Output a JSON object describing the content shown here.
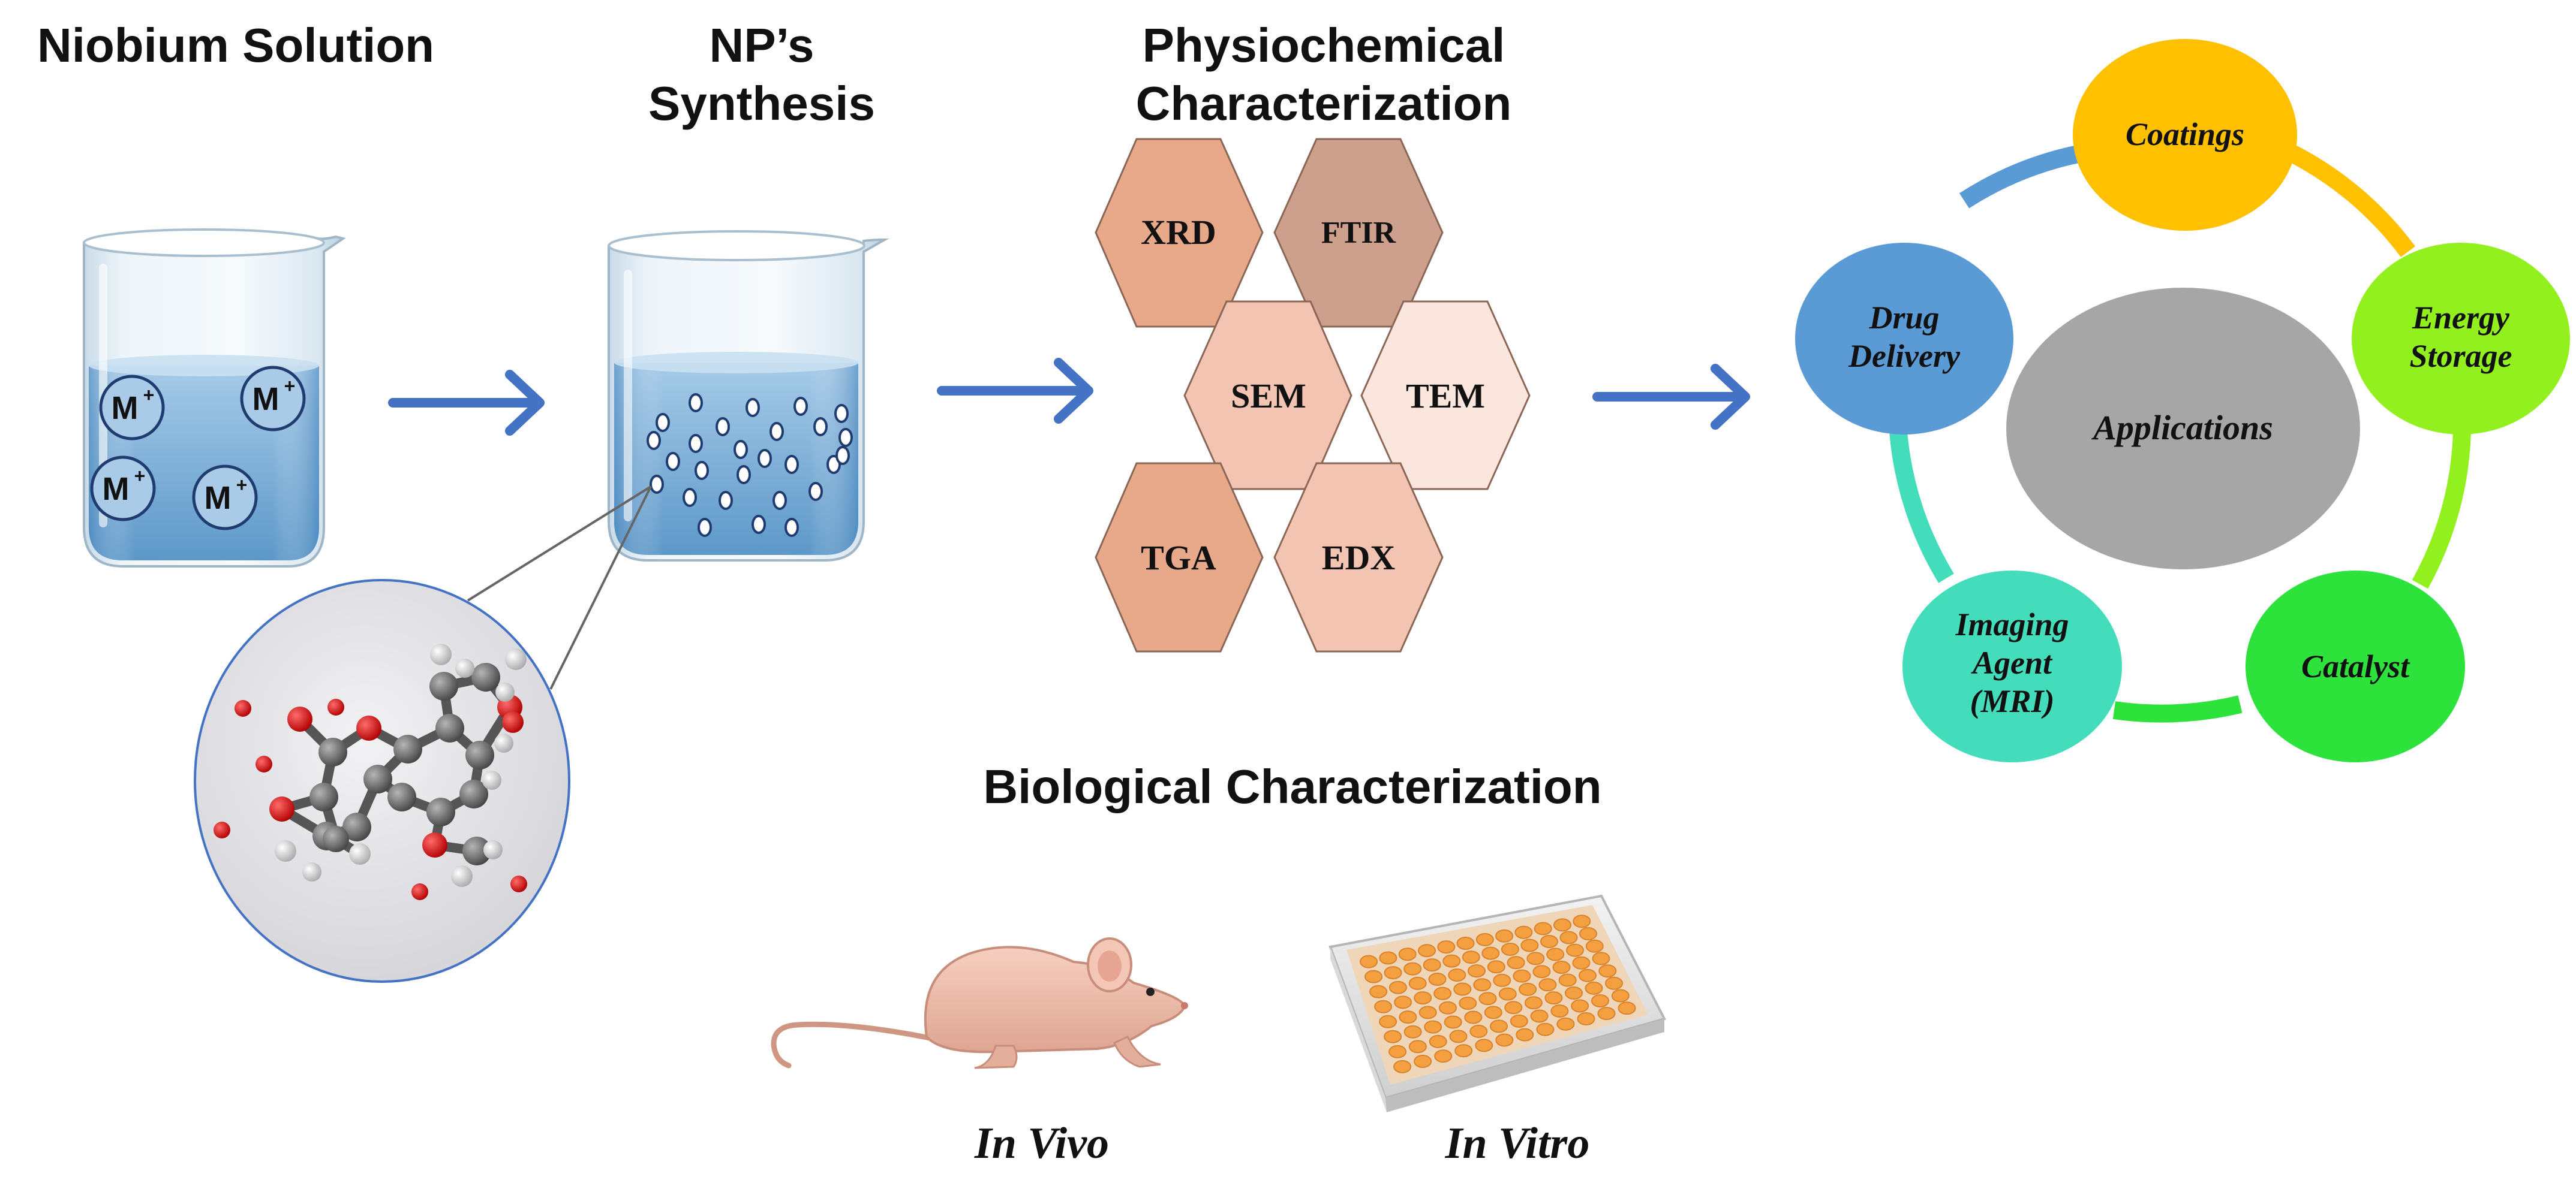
{
  "headings": {
    "niobium_solution": "Niobium Solution",
    "np_synthesis": [
      "NP’s",
      "Synthesis"
    ],
    "physiochemical": [
      "Physiochemical",
      "Characterization"
    ],
    "biological": "Biological Characterization"
  },
  "beaker": {
    "ion_label": "M",
    "ion_superscript": "+"
  },
  "techniques": {
    "xrd": "XRD",
    "ftir": "FTIR",
    "sem": "SEM",
    "tem": "TEM",
    "tga": "TGA",
    "edx": "EDX"
  },
  "applications": {
    "center": "Applications",
    "coatings": [
      "Coatings"
    ],
    "energy_storage": [
      "Energy",
      "Storage"
    ],
    "catalyst": [
      "Catalyst"
    ],
    "imaging_agent": [
      "Imaging",
      "Agent",
      "(MRI)"
    ],
    "drug_delivery": [
      "Drug",
      "Delivery"
    ]
  },
  "biological": {
    "in_vivo": "In Vivo",
    "in_vitro": "In Vitro"
  },
  "colors": {
    "arrow": "#4472c4",
    "coatings": "#ffc000",
    "energy_storage": "#92f01e",
    "catalyst": "#2ee23c",
    "imaging_agent": "#44ddbb",
    "drug_delivery": "#5b9bd5",
    "center": "#a6a6a6",
    "hex_dark": "#e8a88a",
    "hex_mid": "#f2c4b1",
    "hex_light": "#fbe6dd",
    "well_orange": "#f5a040"
  }
}
